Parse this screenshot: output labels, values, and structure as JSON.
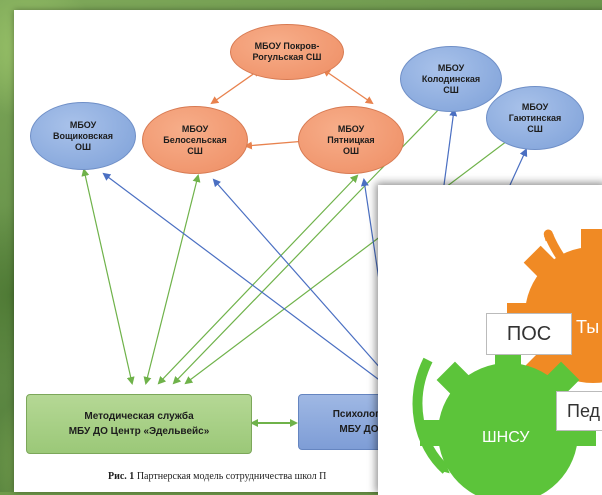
{
  "diagram": {
    "nodes": {
      "pokrov": {
        "line1": "МБОУ Покров-",
        "line2": "Рогульская СШ"
      },
      "voshchikovo": {
        "line1": "МБОУ",
        "line2": "Вощиковская",
        "line3": "ОШ"
      },
      "beloselskaya": {
        "line1": "МБОУ",
        "line2": "Белосельская",
        "line3": "СШ"
      },
      "pyatnitskaya": {
        "line1": "МБОУ",
        "line2": "Пятницкая",
        "line3": "ОШ"
      },
      "kolodinskaya": {
        "line1": "МБОУ",
        "line2": "Колодинская",
        "line3": "СШ"
      },
      "gayutinskaya": {
        "line1": "МБОУ",
        "line2": "Гаютинская",
        "line3": "СШ"
      }
    },
    "boxes": {
      "methodical": {
        "line1": "Методическая служба",
        "line2": "МБУ ДО Центр «Эдельвейс»"
      },
      "psych": {
        "line1": "Психолого",
        "line2": "МБУ ДО"
      }
    },
    "caption": {
      "label": "Рис. 1",
      "text": " Партнерская модель сотрудничества школ П"
    }
  },
  "overlay": {
    "labels": {
      "pos": "ПОС",
      "orange_gear": "Ты",
      "ped": "Пед",
      "green_gear": "ШНСУ"
    }
  },
  "colors": {
    "blue_node": "#7da0d8",
    "orange_node": "#ee8d63",
    "green_arrow": "#6fb24a",
    "blue_arrow": "#4a6fc2",
    "orange_arrow": "#e8824e",
    "gear_orange": "#f08a24",
    "gear_green": "#5cc43a"
  }
}
